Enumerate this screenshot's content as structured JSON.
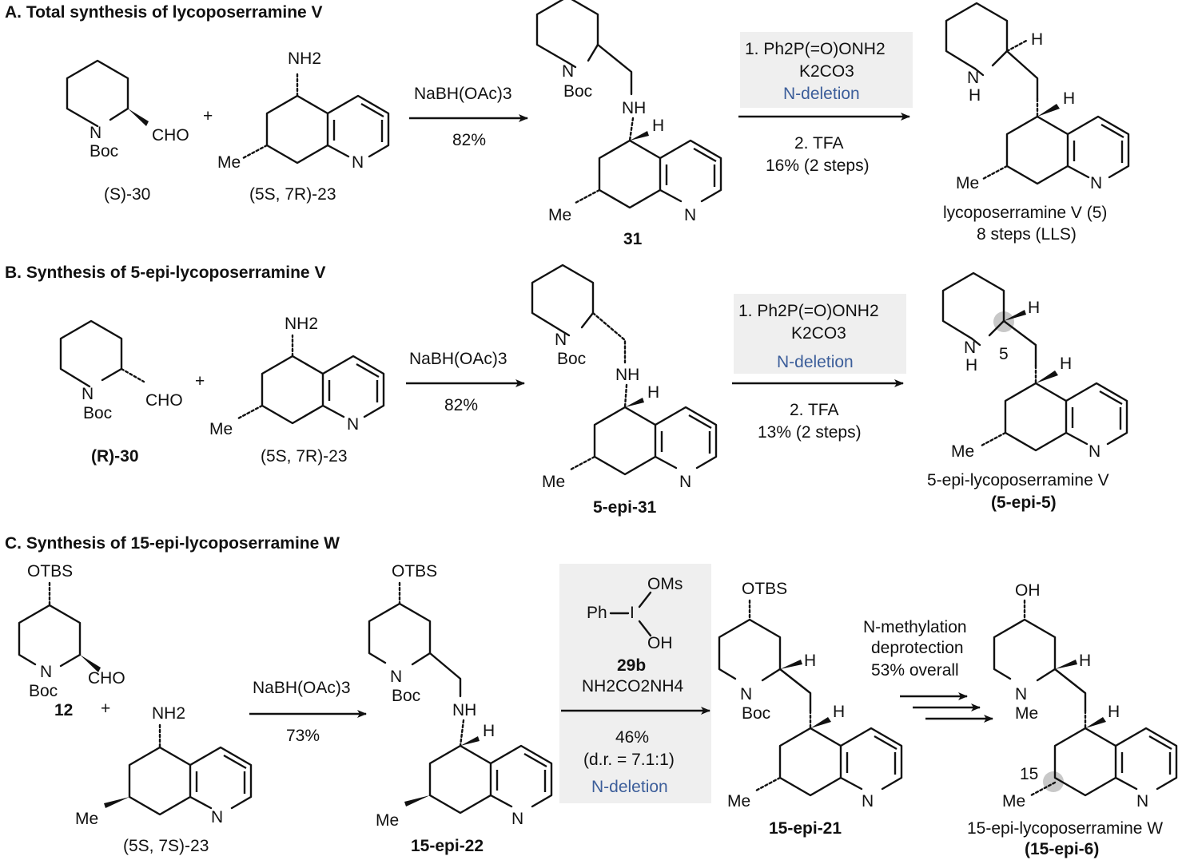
{
  "sections": {
    "A": {
      "title": "A. Total synthesis of lycoposerramine V",
      "reagent1_label": "(S)-30",
      "reagent2_label": "(5S, 7R)-23",
      "step1": {
        "reagent": "NaBH(OAc)3",
        "yield": "82%"
      },
      "intermediate_label": "31",
      "step2": {
        "line1": "1. Ph2P(=O)ONH2",
        "line2": "K2CO3",
        "line3": "N-deletion",
        "line4": "2. TFA",
        "line5": "16% (2 steps)"
      },
      "product_name": "lycoposerramine V (5)",
      "product_note": "8 steps (LLS)"
    },
    "B": {
      "title": "B. Synthesis of 5-epi-lycoposerramine V",
      "reagent1_label": "(R)-30",
      "reagent2_label": "(5S, 7R)-23",
      "step1": {
        "reagent": "NaBH(OAc)3",
        "yield": "82%"
      },
      "intermediate_label": "5-epi-31",
      "step2": {
        "line1": "1. Ph2P(=O)ONH2",
        "line2": "K2CO3",
        "line3": "N-deletion",
        "line4": "2. TFA",
        "line5": "13% (2 steps)"
      },
      "product_name": "5-epi-lycoposerramine V",
      "product_label": "(5-epi-5)",
      "highlight_label": "5"
    },
    "C": {
      "title": "C. Synthesis of 15-epi-lycoposerramine W",
      "reagent1_label": "12",
      "reagent2_label": "(5S, 7S)-23",
      "step1": {
        "reagent": "NaBH(OAc)3",
        "yield": "73%"
      },
      "intermediate_label": "15-epi-22",
      "step2": {
        "reagent_label": "29b",
        "line2": "NH2CO2NH4",
        "line3": "46%",
        "line4": "(d.r. = 7.1:1)",
        "line5": "N-deletion"
      },
      "intermediate2_label": "15-epi-21",
      "step3": {
        "line1": "N-methylation",
        "line2": "deprotection",
        "line3": "53% overall"
      },
      "product_name": "15-epi-lycoposerramine W",
      "product_label": "(15-epi-6)",
      "highlight_label": "15"
    }
  },
  "atoms": {
    "cho": "CHO",
    "boc": "Boc",
    "n": "N",
    "nh": "NH",
    "h": "H",
    "me": "Me",
    "nh2": "NH2",
    "otbs": "OTBS",
    "oh": "OH",
    "oms": "OMs",
    "ph": "Ph",
    "iodine": "I",
    "plus": "+"
  },
  "colors": {
    "ink": "#111111",
    "accent_text": "#3c5e9a",
    "reagent_box": "#efefef",
    "highlight": "#c8c8c8"
  }
}
